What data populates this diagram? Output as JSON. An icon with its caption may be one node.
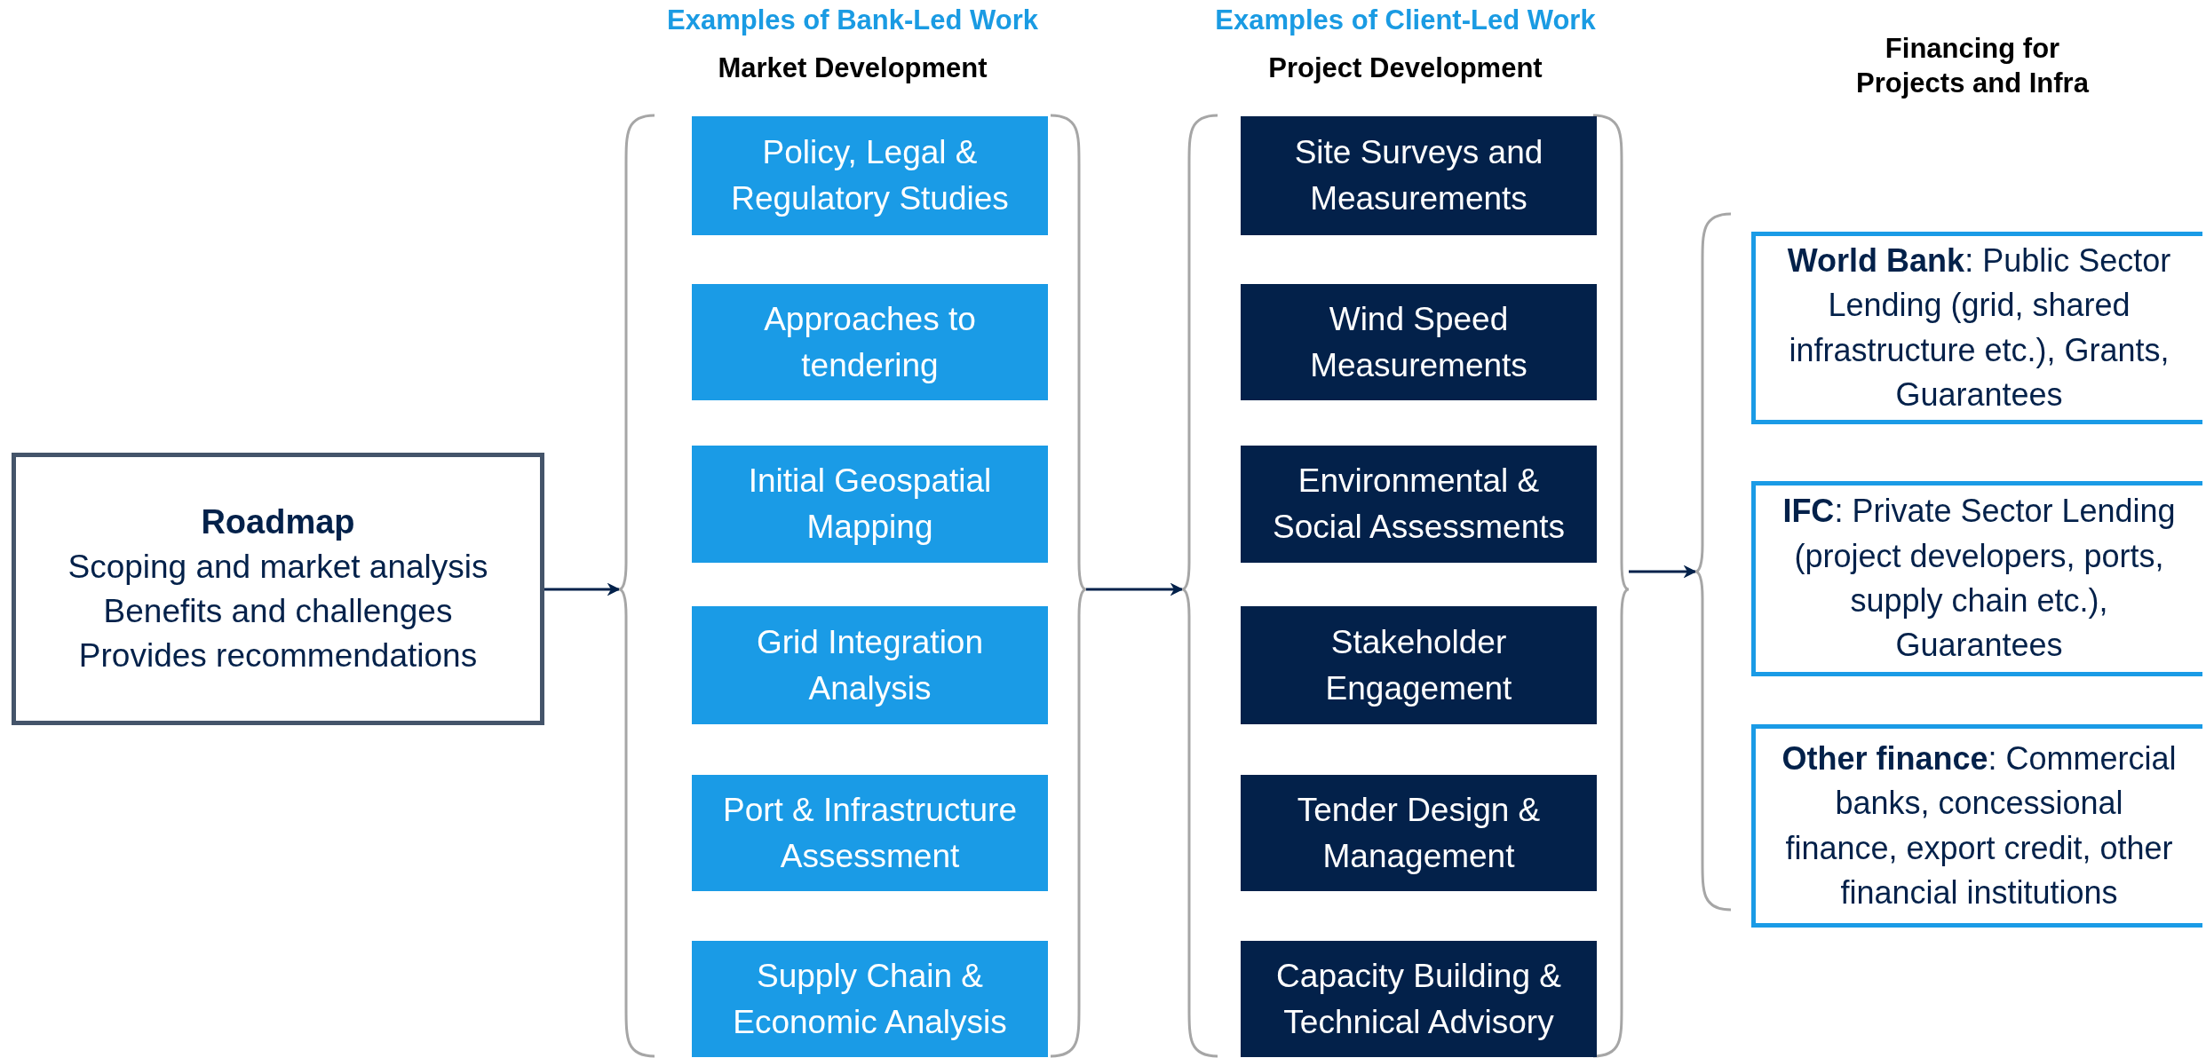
{
  "diagram": {
    "nodes": [
      {
        "text": [
          "Roadmap",
          "Scoping and market analysis",
          "Benefits and challenges",
          "Provides recommendations"
        ]
      },
      {
        "text": [
          "Examples of Bank-Led Work",
          "Market Development"
        ]
      },
      {
        "text": [
          "Policy, Legal & Regulatory Studies"
        ],
        "in": 1
      },
      {
        "text": [
          "Approaches to tendering"
        ],
        "in": 1
      },
      {
        "text": [
          "Initial Geospatial Mapping"
        ],
        "in": 1
      },
      {
        "text": [
          "Grid Integration Analysis"
        ],
        "in": 1
      },
      {
        "text": [
          "Port & Infrastructure Assessment"
        ],
        "in": 1
      },
      {
        "text": [
          "Supply Chain & Economic Analysis"
        ],
        "in": 1
      },
      {
        "text": [
          "Examples of Client-Led Work",
          "Project Development"
        ]
      },
      {
        "text": [
          "Site Surveys and Measurements"
        ],
        "in": 8
      },
      {
        "text": [
          "Wind Speed Measurements"
        ],
        "in": 8
      },
      {
        "text": [
          "Environmental & Social Assessments"
        ],
        "in": 8
      },
      {
        "text": [
          "Stakeholder Engagement"
        ],
        "in": 8
      },
      {
        "text": [
          "Tender Design & Management"
        ],
        "in": 8
      },
      {
        "text": [
          "Capacity Building & Technical Advisory"
        ],
        "in": 8
      },
      {
        "text": [
          "Financing for Projects and Infra"
        ]
      },
      {
        "text": [
          "**World Bank**: Public Sector Lending (grid, shared infrastructure etc.), Grants, Guarantees"
        ],
        "in": 15
      },
      {
        "text": [
          "**IFC**: Private Sector Lending (project developers, ports, supply chain etc.), Guarantees"
        ],
        "in": 15
      },
      {
        "text": [
          "**Other finance**: Commercial banks, concessional finance, export credit, other financial institutions"
        ],
        "in": 15
      }
    ],
    "edges": [
      {
        "from": 0,
        "to": 1,
        "arrow": "to"
      },
      {
        "from": 1,
        "to": 8,
        "arrow": "to"
      },
      {
        "from": 8,
        "to": 15,
        "arrow": "to"
      }
    ]
  }
}
